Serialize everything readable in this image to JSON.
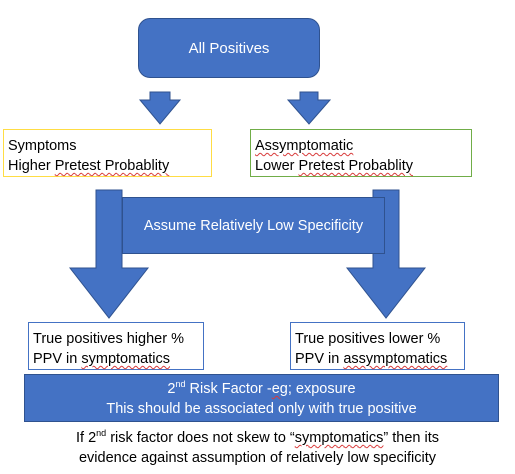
{
  "nodes": {
    "all_positives": "All Positives",
    "symptoms": {
      "line1": "Symptoms",
      "line2_a": "Higher ",
      "line2_b": "Pretest Probablity"
    },
    "asymptomatic": {
      "line1": "Assymptomatic",
      "line2_a": "Lower ",
      "line2_b": "Pretest Probablity"
    },
    "band": "Assume Relatively Low Specificity",
    "tp_higher": {
      "line1": "True positives higher %",
      "line2_a": "PPV in ",
      "line2_b": "symptomatics"
    },
    "tp_lower": {
      "line1": "True positives lower %",
      "line2_a": "PPV in ",
      "line2_b": "assymptomatics"
    },
    "risk_factor": {
      "line1_num": "2",
      "line1_sup": "nd",
      "line1_a": " Risk Factor -",
      "line1_b": "eg",
      "line1_c": "; exposure",
      "line2": "This should be associated only with true positive"
    }
  },
  "footer": {
    "line1_a": "If 2",
    "line1_sup": "nd",
    "line1_b": " risk factor does not skew to “",
    "line1_c": "symptomatics",
    "line1_d": "” then its",
    "line2": "evidence against assumption of relatively low specificity"
  },
  "colors": {
    "shape_fill": "#4472c4",
    "shape_border": "#2f528f",
    "symptoms_border": "#ffdd44",
    "asymptomatic_border": "#70ad47",
    "spellcheck_underline": "#d83b3b"
  }
}
